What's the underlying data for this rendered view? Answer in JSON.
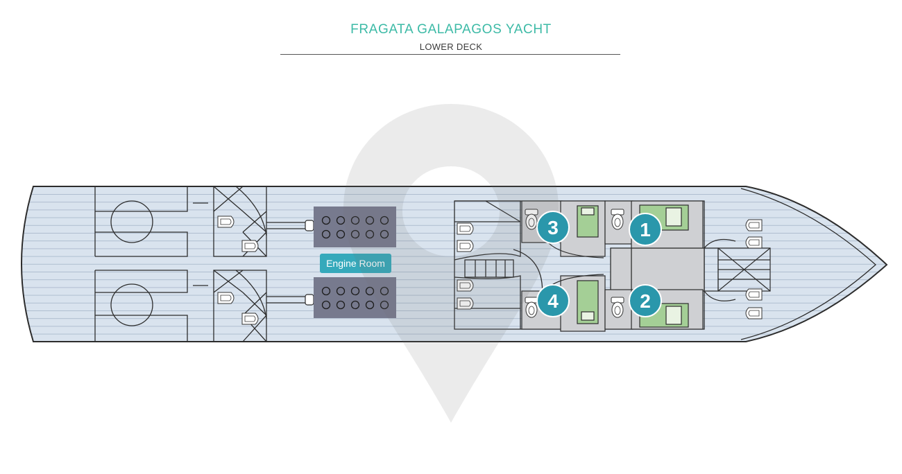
{
  "header": {
    "title": "FRAGATA GALAPAGOS YACHT",
    "subtitle": "LOWER DECK"
  },
  "engine_room": {
    "label": "Engine Room"
  },
  "cabins": [
    {
      "number": "1"
    },
    {
      "number": "2"
    },
    {
      "number": "3"
    },
    {
      "number": "4"
    }
  ],
  "colors": {
    "title": "#3cbaa6",
    "hull_fill": "#d9e3ee",
    "deck_lines": "#aebdcf",
    "cabin_badge": "#2a97ab",
    "engine_label": "#35a9bb",
    "engine_block": "#777a8e",
    "bed": "#a4cf96",
    "room_gray": "#cfd0d3"
  }
}
